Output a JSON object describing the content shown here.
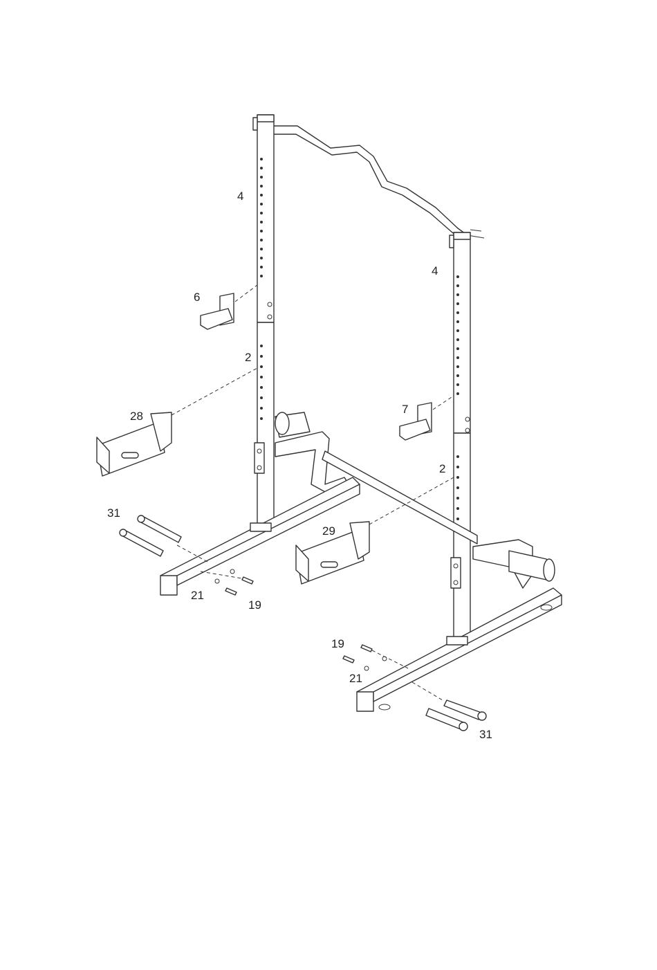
{
  "callouts": {
    "upright_left": "4",
    "upright_right": "4",
    "hook_left": "6",
    "hook_right": "7",
    "post_left": "2",
    "post_right": "2",
    "spotter_left": "28",
    "spotter_right": "29",
    "pin_left": "31",
    "pin_right": "31",
    "washer_left": "21",
    "washer_right": "21",
    "bolt_left": "19",
    "bolt_right": "19"
  },
  "colors": {
    "line": "#333333",
    "background": "#ffffff"
  }
}
